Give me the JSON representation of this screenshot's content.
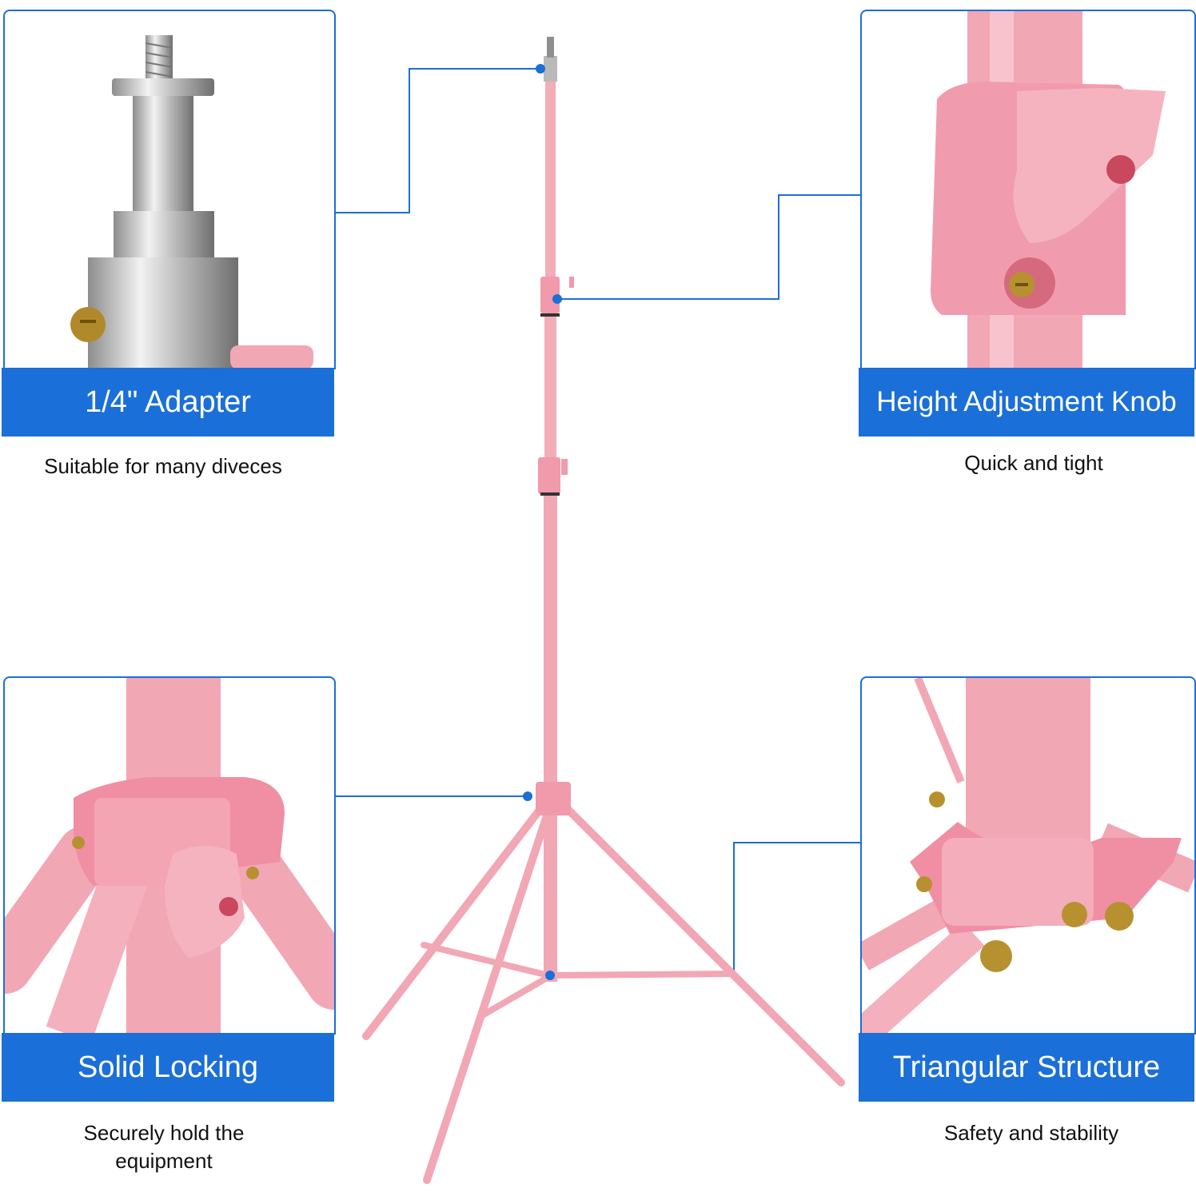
{
  "features": [
    {
      "title": "1/4\" Adapter",
      "subtitle": "Suitable for many diveces"
    },
    {
      "title": "Height Adjustment Knob",
      "subtitle": "Quick and tight"
    },
    {
      "title": "Solid Locking",
      "subtitle": "Securely hold the equipment"
    },
    {
      "title": "Triangular Structure",
      "subtitle": "Safety and stability"
    }
  ],
  "colors": {
    "accent": "#1b6fd8",
    "product": "#f2a7b5",
    "metal": "#c9c9c9"
  },
  "icons": {
    "callout_dot": "callout-dot",
    "stand": "light-stand-illustration"
  }
}
